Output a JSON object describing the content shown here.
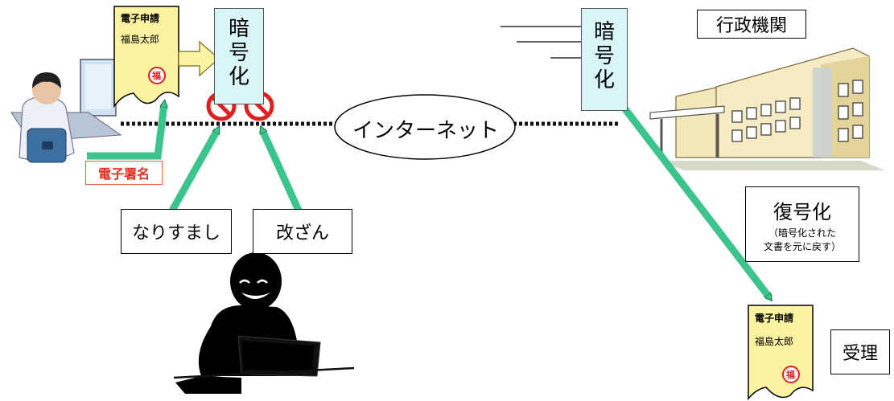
{
  "diagram": {
    "encrypt_label": [
      "暗",
      "号",
      "化"
    ],
    "internet_label": "インターネット",
    "agency_label": "行政機関",
    "signature_label": "電子署名",
    "impersonation_label": "なりすまし",
    "tampering_label": "改ざん",
    "decrypt_title": "復号化",
    "decrypt_note": [
      "（暗号化された",
      "文書を元に戻す）"
    ],
    "receipt_label": "受理",
    "document": {
      "title": "電子申請",
      "name": "福島太郎",
      "seal_char": "福"
    },
    "colors": {
      "arrow_green": "#3bc48c",
      "encrypt_box": "#d9f5f8",
      "document_yellow": "#fbf3a0",
      "prohibit_red": "#e02020",
      "signature_red": "#e03020"
    }
  }
}
